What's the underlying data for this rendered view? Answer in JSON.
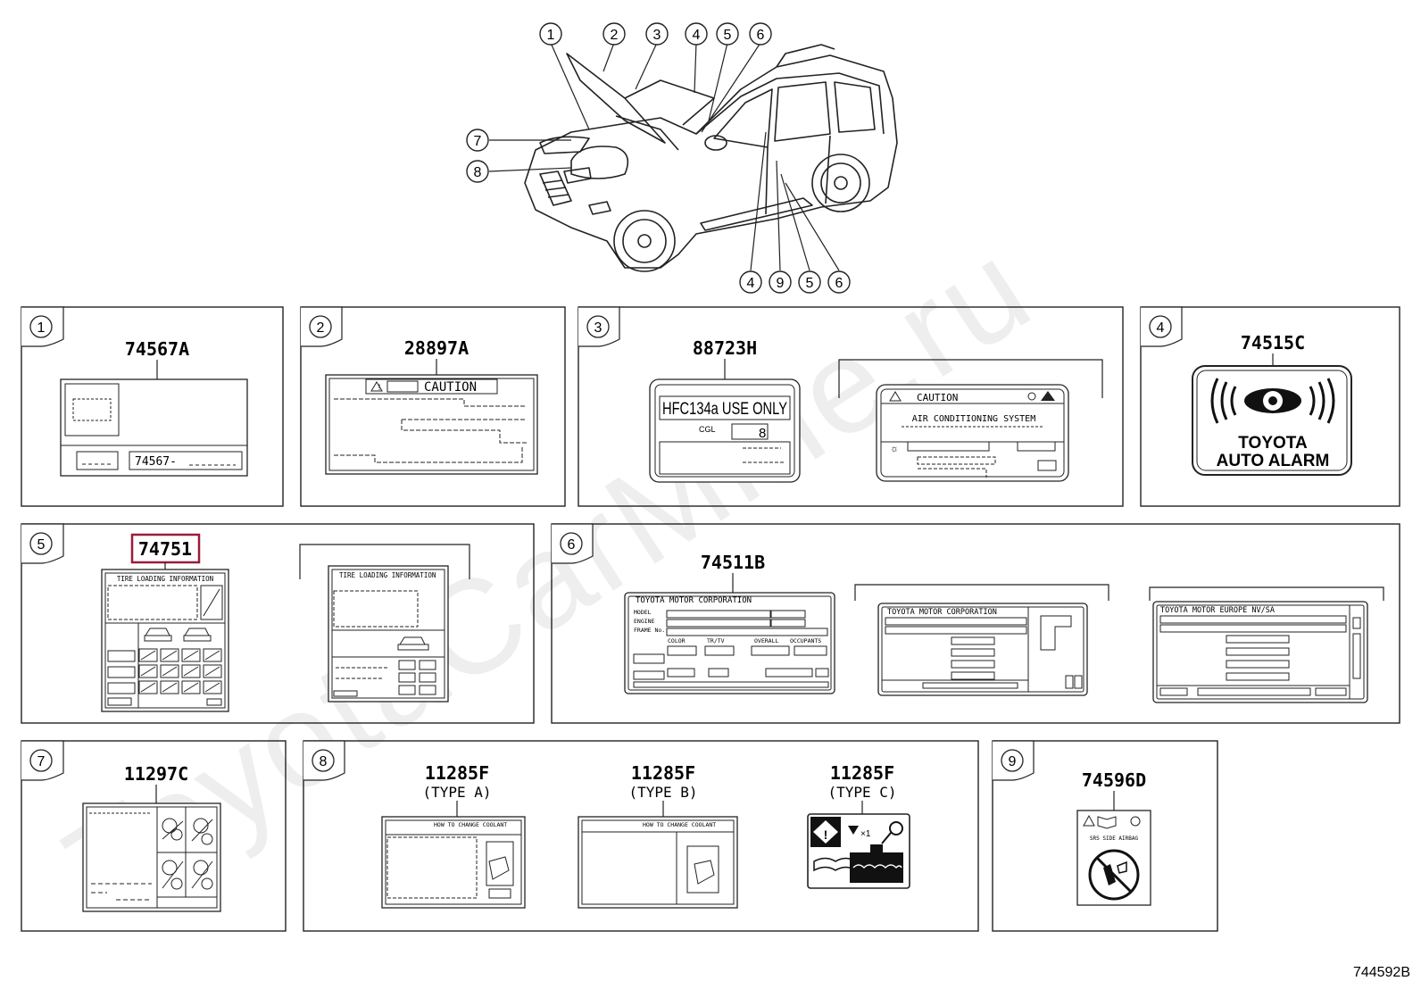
{
  "watermark": "ToyotaCarMine.ru",
  "diagram_id": "744592B",
  "car_callouts": {
    "top": [
      "1",
      "2",
      "3",
      "4",
      "5",
      "6"
    ],
    "left": [
      "7",
      "8"
    ],
    "bottom": [
      "4",
      "9",
      "5",
      "6"
    ]
  },
  "panels": [
    {
      "num": "1",
      "part": "74567A",
      "label_part_text": "74567-"
    },
    {
      "num": "2",
      "part": "28897A",
      "caution": "CAUTION"
    },
    {
      "num": "3",
      "part": "88723H",
      "hfc": "HFC134a USE ONLY",
      "cgl": "CGL",
      "eight": "8",
      "caution": "CAUTION",
      "ac": "AIR CONDITIONING SYSTEM"
    },
    {
      "num": "4",
      "part": "74515C",
      "alarm_line1": "TOYOTA",
      "alarm_line2": "AUTO ALARM"
    },
    {
      "num": "5",
      "part": "74751",
      "highlighted": true,
      "tire_a": "TIRE LOADING INFORMATION",
      "tire_b": "TIRE LOADING INFORMATION"
    },
    {
      "num": "6",
      "part": "74511B",
      "tmc": "TOYOTA MOTOR CORPORATION",
      "tmc_b": "TOYOTA MOTOR CORPORATION",
      "tme": "TOYOTA MOTOR EUROPE NV/SA",
      "fields_a": [
        "MODEL",
        "ENGINE",
        "FRAME No."
      ],
      "fields_b": [
        "COLOR",
        "TR/TV",
        "OVERALL",
        "OCCUPANTS"
      ]
    },
    {
      "num": "7",
      "part": "11297C"
    },
    {
      "num": "8",
      "items": [
        {
          "part": "11285F",
          "type": "(TYPE A)",
          "caption": "HOW TO CHANGE COOLANT"
        },
        {
          "part": "11285F",
          "type": "(TYPE B)",
          "caption": "HOW TO CHANGE COOLANT"
        },
        {
          "part": "11285F",
          "type": "(TYPE C)",
          "caption": "×1"
        }
      ]
    },
    {
      "num": "9",
      "part": "74596D",
      "caption": "SRS SIDE AIRBAG"
    }
  ],
  "colors": {
    "line": "#222222",
    "highlight": "#9b1b3a",
    "watermark": "#ececec"
  }
}
